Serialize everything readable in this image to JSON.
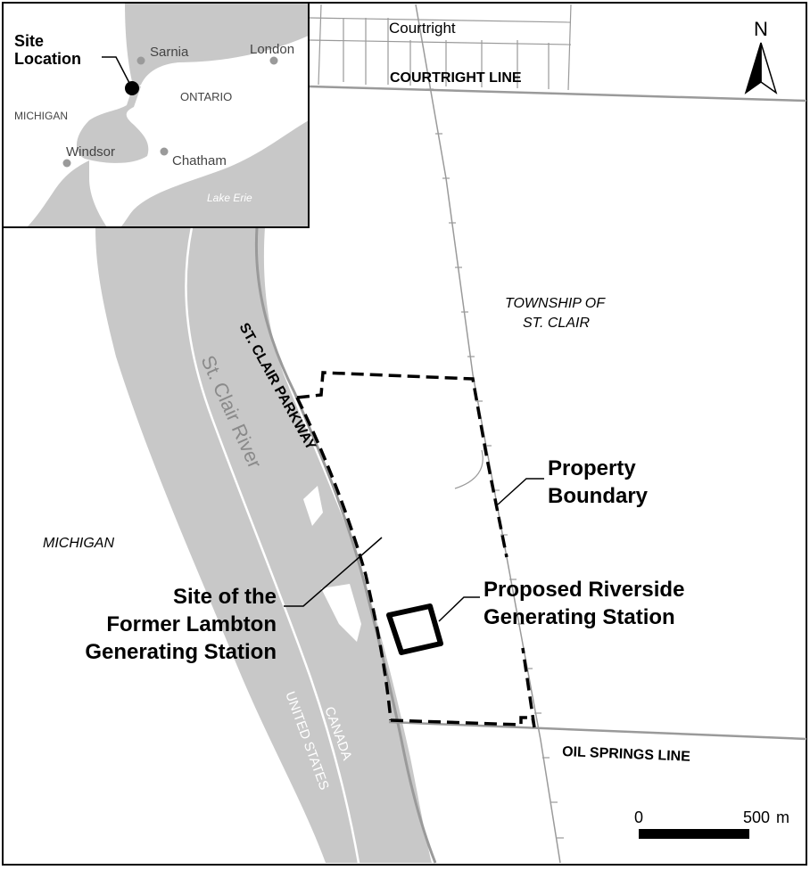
{
  "main_map": {
    "place_labels": {
      "courtright": "Courtright",
      "township_line1": "TOWNSHIP  OF",
      "township_line2": "ST. CLAIR",
      "michigan": "MICHIGAN"
    },
    "roads": {
      "courtright_line": "COURTRIGHT LINE",
      "oil_springs_line": "OIL SPRINGS LINE",
      "st_clair_parkway": "ST. CLAIR PARKWAY"
    },
    "water": {
      "river": "St. Clair River"
    },
    "border": {
      "canada": "CANADA",
      "united_states": "UNITED STATES"
    },
    "callouts": {
      "property_boundary_line1": "Property",
      "property_boundary_line2": "Boundary",
      "riverside_line1": "Proposed Riverside",
      "riverside_line2": "Generating Station",
      "lambton_line1": "Site of the",
      "lambton_line2": "Former Lambton",
      "lambton_line3": "Generating Station"
    },
    "north_arrow": "N",
    "scale_bar": {
      "start": "0",
      "end": "500",
      "unit": "m"
    }
  },
  "inset_map": {
    "site_location_line1": "Site",
    "site_location_line2": "Location",
    "cities": {
      "sarnia": "Sarnia",
      "london": "London",
      "windsor": "Windsor",
      "chatham": "Chatham"
    },
    "regions": {
      "ontario": "ONTARIO",
      "michigan": "MICHIGAN"
    },
    "lake": "Lake Erie"
  },
  "colors": {
    "water": "#c8c8c8",
    "land": "#ffffff",
    "road_gray": "#9a9a9a",
    "line_black": "#000000"
  }
}
